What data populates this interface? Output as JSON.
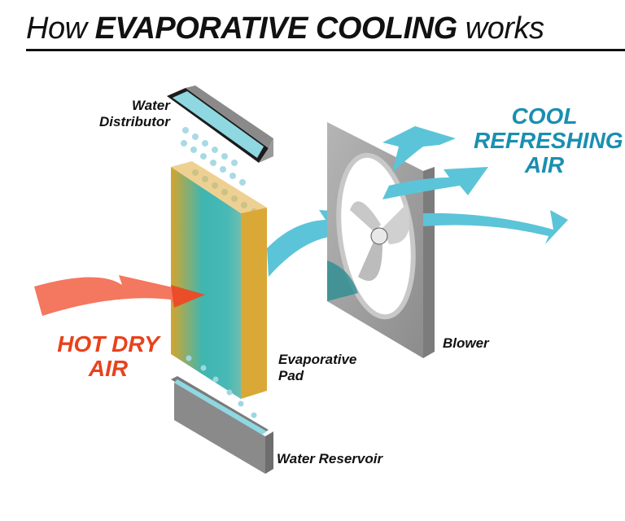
{
  "title": {
    "prefix": "How ",
    "bold": "EVAPORATIVE COOLING",
    "suffix": " works"
  },
  "labels": {
    "water_distributor": [
      "Water",
      "Distributor"
    ],
    "evaporative_pad": [
      "Evaporative",
      "Pad"
    ],
    "water_reservoir": "Water Reservoir",
    "blower": "Blower"
  },
  "callouts": {
    "hot_dry_air": [
      "HOT DRY",
      "AIR"
    ],
    "cool_air": [
      "COOL",
      "REFRESHING",
      "AIR"
    ]
  },
  "colors": {
    "hot": "#e8421c",
    "hot_arrow": "#f4775f",
    "cool": "#1a8fb0",
    "cool_arrow": "#5cc4d8",
    "pad": "#d9a836",
    "metal": "#9e9e9e",
    "water": "#8fd8e2"
  }
}
